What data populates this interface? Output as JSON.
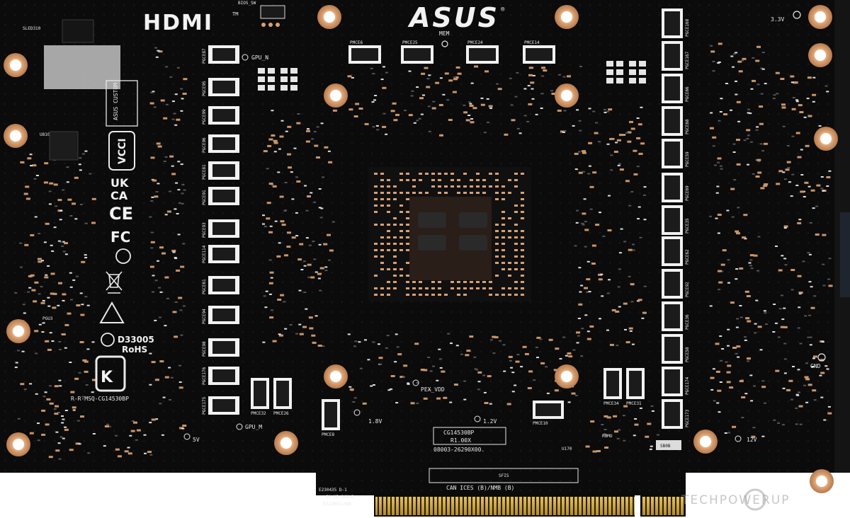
{
  "photo": {
    "subject": "ASUS graphics card PCB, back side",
    "colors": {
      "pcb": "#0b0b0c",
      "pcb_edge": "#131314",
      "copper": "#d9a071",
      "gold": "#c9a045",
      "silk": "#e9e9e9",
      "background": "#ffffff"
    }
  },
  "brand": {
    "hdmi": "HDMI",
    "tm": "TM",
    "asus": "ASUS",
    "registered": "®"
  },
  "board": {
    "mem_label": "MEM",
    "bios_sw": "BIOS_SW",
    "sled": "SLED310",
    "u810": "U810",
    "pgu": "PGU3",
    "gpu_n": "GPU_N",
    "gpu_m": "GPU_M",
    "pex_vdd": "PEX_VDD",
    "v33": "3.3V",
    "v12": "12V",
    "v18": "1.8V",
    "v12b": "1.2V",
    "v5": "5V",
    "gnd": "GND",
    "romo": "ROMO",
    "u170": "U170",
    "sb": "SB0B"
  },
  "pcb_info": {
    "model": "CG14530BP",
    "rev": "R1.00X",
    "part": "08003-26290X00.",
    "sfis": "SFIS",
    "ices": "CAN ICES (B)/NMB (B)"
  },
  "cert": {
    "asus_custom": "ASUS CUSTOM",
    "uk_1": "UK",
    "uk_2": "CA",
    "ce": "CE",
    "fc": "FC",
    "d_code": "D33005",
    "rohs": "RoHS",
    "rr_code": "R-R-MSQ-CG14530BP",
    "ul_1": "E230435 D-1",
    "ul_2": "JH MB 94V-D",
    "ul_3": "E321NE613BA"
  },
  "pmce": {
    "left": [
      "PGCE87",
      "PGCE95",
      "PGCE99",
      "PGCE96",
      "PGCE81",
      "PGCE91",
      "PGCE93",
      "PGCE114",
      "PGCE61",
      "PGCE94",
      "PGCE98",
      "PGCE176",
      "PGCE175"
    ],
    "right": [
      "PGCE168",
      "PGCE167",
      "PGCE66",
      "PGCE68",
      "PGCE59",
      "PGCE69",
      "PGCE35",
      "PGCE62",
      "PGCE92",
      "PGCE36",
      "PGCE58",
      "PGCE174",
      "PGCE173"
    ],
    "top": [
      "PMCE6",
      "PMCE25",
      "PMCE24",
      "PMCE14"
    ],
    "bottom": [
      "PMCE32",
      "PMCE26",
      "PMCE8",
      "PMCE10",
      "PMCE34",
      "PMCE31"
    ]
  },
  "watermark": "TECHPOWERUP"
}
